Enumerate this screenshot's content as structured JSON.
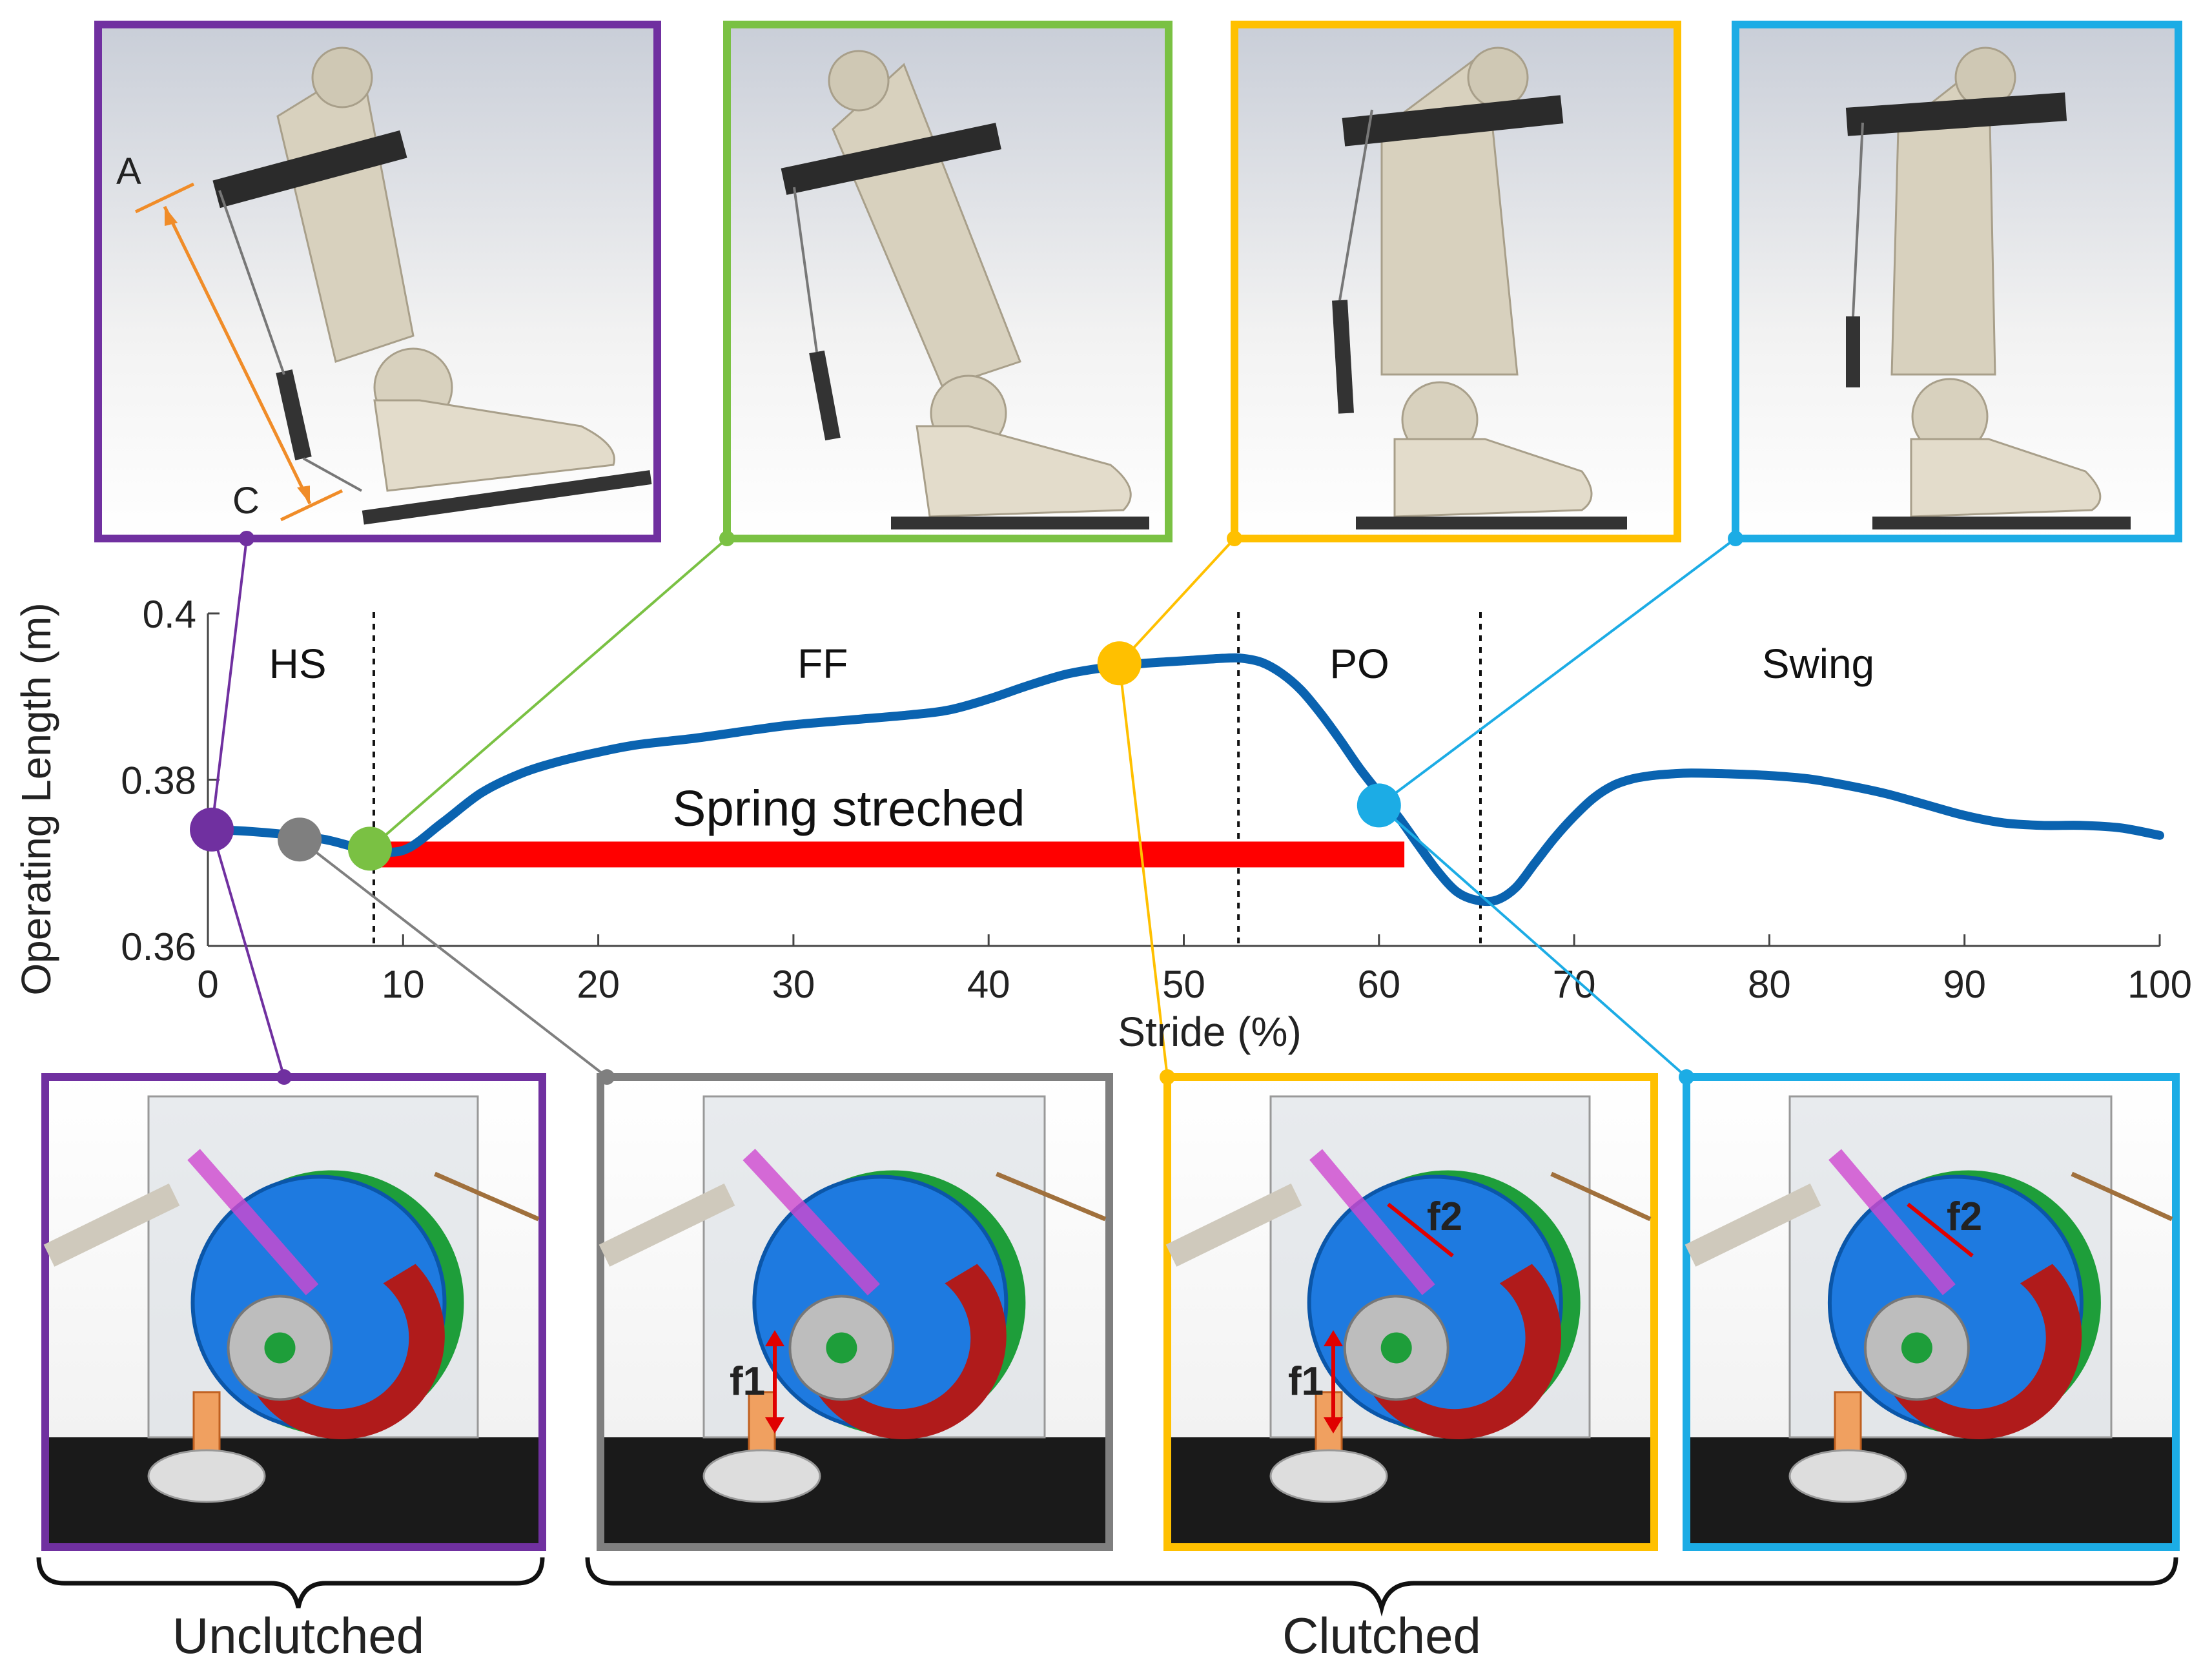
{
  "chart_data": {
    "type": "line",
    "xlabel": "Stride (%)",
    "ylabel": "Operating Length (m)",
    "xlim": [
      0,
      100
    ],
    "ylim": [
      0.36,
      0.4
    ],
    "xticks": [
      0,
      10,
      20,
      30,
      40,
      50,
      60,
      70,
      80,
      90,
      100
    ],
    "yticks": [
      0.36,
      0.38,
      0.4
    ],
    "xtick_labels": [
      "0",
      "10",
      "20",
      "30",
      "40",
      "50",
      "60",
      "70",
      "80",
      "90",
      "100"
    ],
    "ytick_labels": [
      "0.36",
      "0.38",
      "0.4"
    ],
    "grid": false,
    "series": [
      {
        "color": "#0a63b0",
        "x": [
          0,
          2,
          4,
          6,
          8,
          10,
          12,
          14,
          16,
          18,
          20,
          22,
          25,
          28,
          30,
          33,
          36,
          38,
          40,
          42,
          44,
          46,
          48,
          50,
          52,
          53,
          54,
          55,
          56,
          57,
          58,
          59,
          60,
          61,
          62,
          63,
          64,
          65,
          66,
          67,
          68,
          69,
          70,
          71,
          72,
          73,
          74,
          75,
          76,
          78,
          80,
          82,
          84,
          86,
          88,
          90,
          92,
          94,
          96,
          98,
          100
        ],
        "y": [
          0.374,
          0.3738,
          0.3734,
          0.3728,
          0.3717,
          0.3715,
          0.3748,
          0.3784,
          0.3807,
          0.3822,
          0.3833,
          0.3842,
          0.385,
          0.386,
          0.3866,
          0.3872,
          0.3878,
          0.3884,
          0.3897,
          0.3913,
          0.3927,
          0.3935,
          0.394,
          0.3943,
          0.3946,
          0.3946,
          0.3941,
          0.3928,
          0.3908,
          0.388,
          0.3848,
          0.3814,
          0.3784,
          0.3755,
          0.3722,
          0.369,
          0.3665,
          0.3655,
          0.3655,
          0.367,
          0.37,
          0.373,
          0.3756,
          0.3778,
          0.3793,
          0.3801,
          0.3805,
          0.3807,
          0.3808,
          0.3807,
          0.3805,
          0.3801,
          0.3793,
          0.3783,
          0.377,
          0.3757,
          0.3748,
          0.3745,
          0.3745,
          0.3742,
          0.3733
        ]
      }
    ],
    "phase_boundaries": [
      8.5,
      52.8,
      65.2
    ],
    "phases": [
      {
        "label": "HS",
        "x": 4.6
      },
      {
        "label": "FF",
        "x": 31.5
      },
      {
        "label": "PO",
        "x": 59.0
      },
      {
        "label": "Swing",
        "x": 82.5
      }
    ],
    "spring_bar": {
      "label": "Spring streched",
      "x_start": 8.2,
      "x_end": 61.3,
      "y": 0.371,
      "color": "#ff0000"
    },
    "markers": [
      {
        "x": 0.2,
        "y": 0.374,
        "color": "#7030a0"
      },
      {
        "x": 4.7,
        "y": 0.3728,
        "color": "#7f7f7f"
      },
      {
        "x": 8.3,
        "y": 0.3717,
        "color": "#7ac143"
      },
      {
        "x": 46.7,
        "y": 0.394,
        "color": "#ffc000"
      },
      {
        "x": 60.0,
        "y": 0.3769,
        "color": "#1cace5"
      }
    ]
  },
  "panels": {
    "top": [
      {
        "color": "#7030a0",
        "labels": [
          "A",
          "C"
        ],
        "label_color": "#f08c28"
      },
      {
        "color": "#7ac143"
      },
      {
        "color": "#ffc000"
      },
      {
        "color": "#1cace5"
      }
    ],
    "bottom": [
      {
        "color": "#7030a0",
        "force_labels": []
      },
      {
        "color": "#7f7f7f",
        "force_labels": [
          "f1"
        ]
      },
      {
        "color": "#ffc000",
        "force_labels": [
          "f1",
          "f2"
        ]
      },
      {
        "color": "#1cace5",
        "force_labels": [
          "f2"
        ]
      }
    ]
  },
  "groups": {
    "unclutched": "Unclutched",
    "clutched": "Clutched"
  }
}
